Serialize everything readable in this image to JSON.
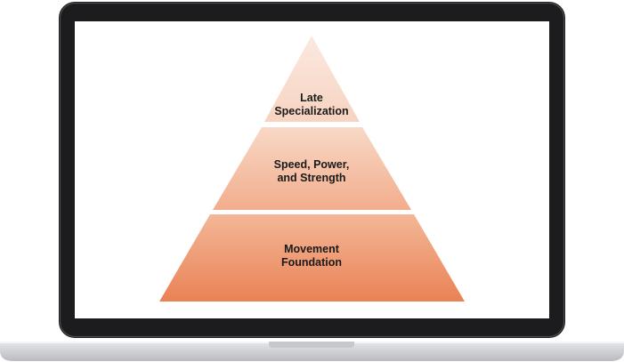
{
  "pyramid": {
    "tiers": [
      {
        "line1": "Late",
        "line2": "Specialization",
        "color_top": "#fbe9e0",
        "color_bottom": "#f7d3c0"
      },
      {
        "line1": "Speed, Power,",
        "line2": "and Strength",
        "color_top": "#f8d8c6",
        "color_bottom": "#f2ad8c"
      },
      {
        "line1": "Movement",
        "line2": "Foundation",
        "color_top": "#f3b797",
        "color_bottom": "#ea8255"
      }
    ]
  },
  "colors": {
    "bezel": "#1c1c1e",
    "screen": "#ffffff",
    "base_top": "#e6e7ea",
    "base_bottom": "#b9bbc0",
    "notch": "#c6c8cc"
  }
}
